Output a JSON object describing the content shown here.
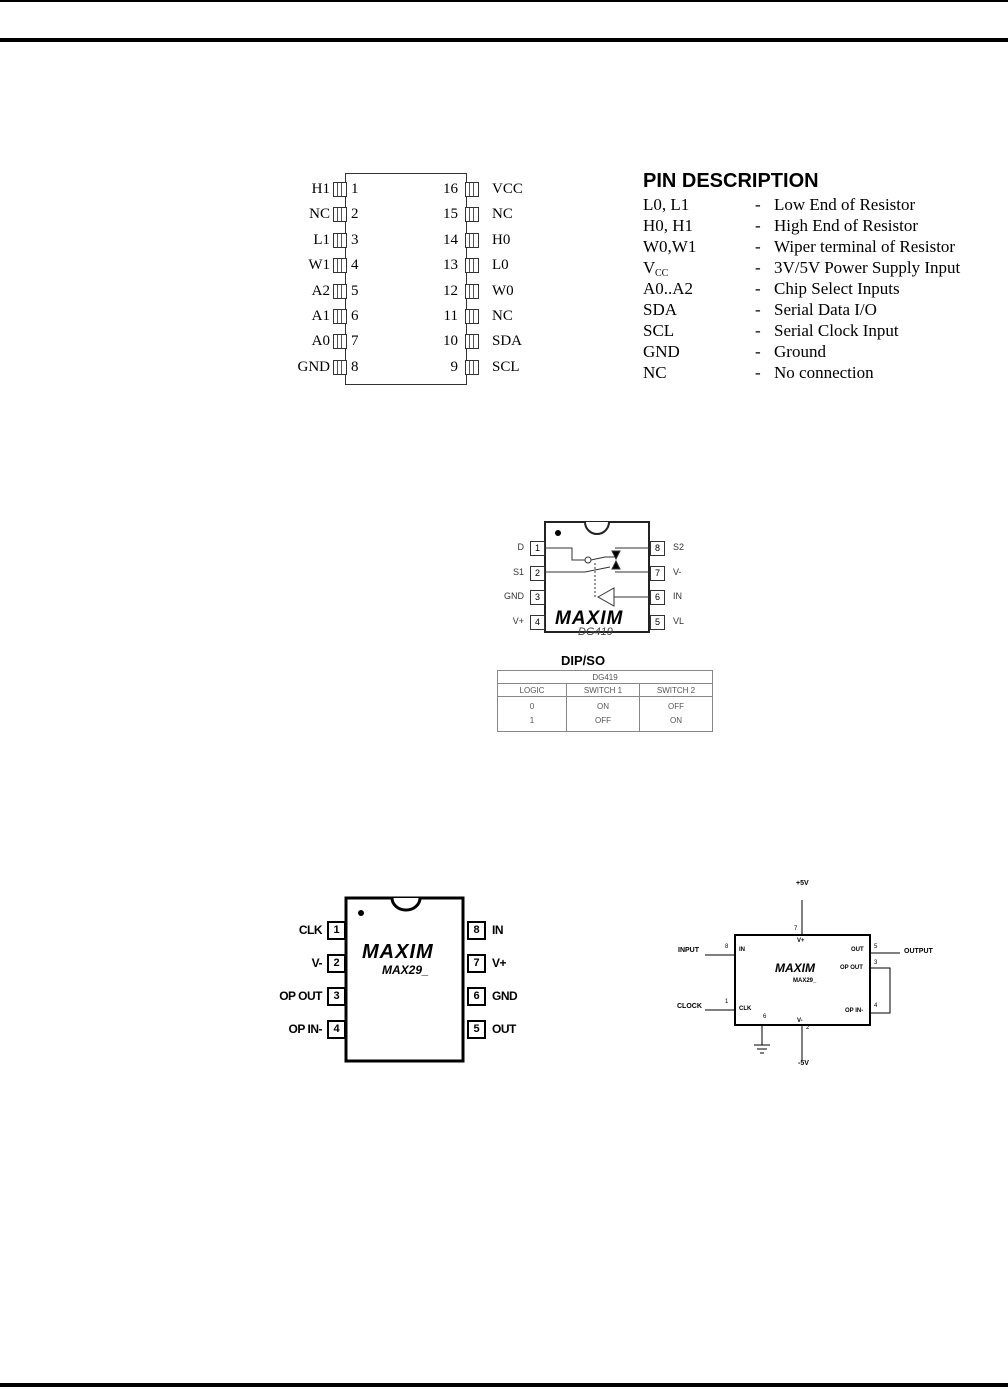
{
  "ic16": {
    "left_pins": [
      {
        "name": "H1",
        "num": "1"
      },
      {
        "name": "NC",
        "num": "2"
      },
      {
        "name": "L1",
        "num": "3"
      },
      {
        "name": "W1",
        "num": "4"
      },
      {
        "name": "A2",
        "num": "5"
      },
      {
        "name": "A1",
        "num": "6"
      },
      {
        "name": "A0",
        "num": "7"
      },
      {
        "name": "GND",
        "num": "8"
      }
    ],
    "right_pins": [
      {
        "name": "VCC",
        "num": "16"
      },
      {
        "name": "NC",
        "num": "15"
      },
      {
        "name": "H0",
        "num": "14"
      },
      {
        "name": "L0",
        "num": "13"
      },
      {
        "name": "W0",
        "num": "12"
      },
      {
        "name": "NC",
        "num": "11"
      },
      {
        "name": "SDA",
        "num": "10"
      },
      {
        "name": "SCL",
        "num": "9"
      }
    ]
  },
  "pin_description": {
    "title": "PIN DESCRIPTION",
    "rows": [
      {
        "name": "L0, L1",
        "dash": "-",
        "desc": "Low End of Resistor"
      },
      {
        "name": "H0, H1",
        "dash": "-",
        "desc": "High End of Resistor"
      },
      {
        "name": "W0,W1",
        "dash": "-",
        "desc": "Wiper terminal of Resistor"
      },
      {
        "name": "V",
        "name_sub": "CC",
        "dash": "-",
        "desc": "3V/5V Power Supply Input"
      },
      {
        "name": "A0..A2",
        "dash": "-",
        "desc": "Chip Select Inputs"
      },
      {
        "name": "SDA",
        "dash": "-",
        "desc": "Serial Data I/O"
      },
      {
        "name": "SCL",
        "dash": "-",
        "desc": "Serial Clock Input"
      },
      {
        "name": "GND",
        "dash": "-",
        "desc": "Ground"
      },
      {
        "name": "NC",
        "dash": "-",
        "desc": "No connection"
      }
    ]
  },
  "dg419": {
    "left_pins": [
      {
        "name": "D",
        "num": "1"
      },
      {
        "name": "S1",
        "num": "2"
      },
      {
        "name": "GND",
        "num": "3"
      },
      {
        "name": "V+",
        "num": "4"
      }
    ],
    "right_pins": [
      {
        "name": "S2",
        "num": "8"
      },
      {
        "name": "V-",
        "num": "7"
      },
      {
        "name": "IN",
        "num": "6"
      },
      {
        "name": "VL",
        "num": "5"
      }
    ],
    "logo": "MAXIM",
    "part": "DG419",
    "package": "DIP/SO",
    "table": {
      "title": "DG419",
      "headers": [
        "LOGIC",
        "SWITCH 1",
        "SWITCH 2"
      ],
      "rows": [
        [
          "0",
          "ON",
          "OFF"
        ],
        [
          "1",
          "OFF",
          "ON"
        ]
      ]
    }
  },
  "max29": {
    "left_pins": [
      {
        "name": "CLK",
        "num": "1"
      },
      {
        "name": "V-",
        "num": "2"
      },
      {
        "name": "OP OUT",
        "num": "3"
      },
      {
        "name": "OP IN-",
        "num": "4"
      }
    ],
    "right_pins": [
      {
        "name": "IN",
        "num": "8"
      },
      {
        "name": "V+",
        "num": "7"
      },
      {
        "name": "GND",
        "num": "6"
      },
      {
        "name": "OUT",
        "num": "5"
      }
    ],
    "logo": "MAXIM",
    "part": "MAX29_"
  },
  "circuit": {
    "supply_pos": "+5V",
    "supply_neg": "-5V",
    "input": "INPUT",
    "clock": "CLOCK",
    "output": "OUTPUT",
    "logo": "MAXIM",
    "part": "MAX29_",
    "pins": {
      "in": "IN",
      "clk": "CLK",
      "vp": "V+",
      "vm": "V-",
      "out": "OUT",
      "opout": "OP OUT",
      "opin": "OP IN-"
    },
    "pin_nums": {
      "in": "8",
      "clk": "1",
      "gnd": "6",
      "vp": "7",
      "vm": "2",
      "out": "5",
      "opout": "3",
      "opin": "4"
    }
  }
}
